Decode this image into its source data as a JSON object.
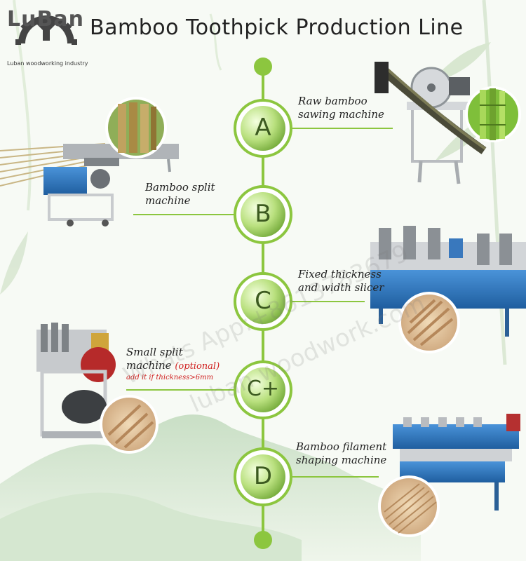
{
  "header": {
    "logo_text": "LuBan",
    "logo_subtitle": "Luban woodworking industry",
    "title": "Bamboo Toothpick Production Line"
  },
  "steps": [
    {
      "letter": "A",
      "label_lines": [
        "Raw bamboo",
        "sawing machine"
      ]
    },
    {
      "letter": "B",
      "label_lines": [
        "Bamboo split",
        "machine"
      ]
    },
    {
      "letter": "C",
      "label_lines": [
        "Fixed thickness",
        "and width slicer"
      ]
    },
    {
      "letter": "C+",
      "label_lines": [
        "Small split",
        "machine"
      ],
      "optional": "(optional)",
      "note": "add it if thickness>6mm"
    },
    {
      "letter": "D",
      "label_lines": [
        "Bamboo filament",
        "shaping machine"
      ]
    }
  ],
  "watermarks": {
    "line1": "Whats App:+8613783679",
    "line2": "luban woodwork.com"
  },
  "colors": {
    "timeline_green": "#8cc63f",
    "circle_dark": "#4f8a1f",
    "circle_light": "#d9f0b0",
    "machine_blue": "#2f78c4",
    "bamboo_wood": "#d8b48a",
    "hills": "#bfd9b8"
  }
}
